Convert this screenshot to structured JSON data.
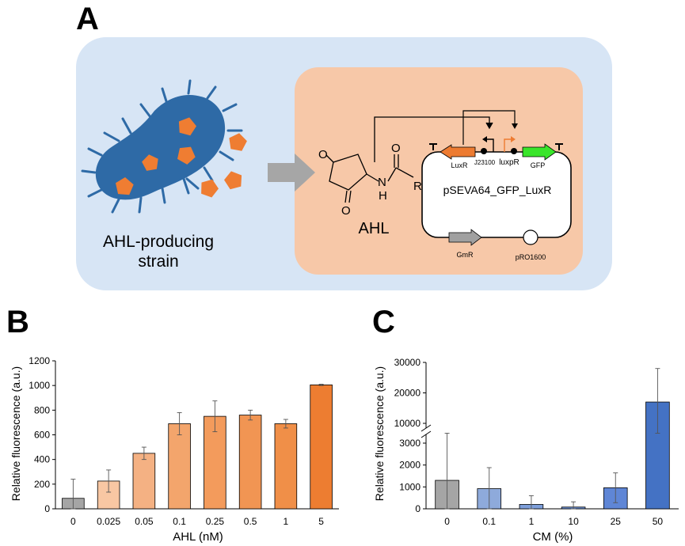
{
  "panels": {
    "a": "A",
    "b": "B",
    "c": "C"
  },
  "schematic": {
    "strain_label_line1": "AHL-producing",
    "strain_label_line2": "strain",
    "ahl_label": "AHL",
    "molecule_atoms": {
      "o_ring": "O",
      "o_carbonyl_ring": "O",
      "n": "N",
      "h": "H",
      "o_amide": "O",
      "r": "R"
    },
    "plasmid": {
      "name": "pSEVA64_GFP_LuxR",
      "genes": {
        "luxr": "LuxR",
        "gfp": "GFP",
        "gmr": "GmR"
      },
      "promoters": {
        "j23100": "J23100",
        "luxpr": "luxpR"
      },
      "origin": "pRO1600",
      "terminator_left": "T",
      "terminator_right": "T"
    },
    "colors": {
      "outer_bg": "#d7e5f5",
      "inner_bg": "#f7c8a8",
      "bacterium": "#2e6aa6",
      "ahl_pentagon": "#ef7d32",
      "arrow": "#a6a6a6",
      "luxr": "#ed7b31",
      "gfp": "#39e52a",
      "gmr": "#a0a0a0",
      "luxpr_arrow": "#ed7b31"
    }
  },
  "chart_data": [
    {
      "type": "bar",
      "title": "",
      "xlabel": "AHL (nM)",
      "ylabel": "Relative fluorescence (a.u.)",
      "categories": [
        "0",
        "0.025",
        "0.05",
        "0.1",
        "0.25",
        "0.5",
        "1",
        "5"
      ],
      "values": [
        85,
        225,
        450,
        690,
        750,
        760,
        690,
        1005
      ],
      "errors": [
        155,
        90,
        50,
        90,
        125,
        40,
        35,
        5
      ],
      "ylim": [
        0,
        1200
      ],
      "yticks": [
        "0",
        "200",
        "400",
        "600",
        "800",
        "1000",
        "1200"
      ],
      "bar_colors": [
        "#a5a5a5",
        "#f8c7a3",
        "#f4b183",
        "#f3a56c",
        "#f39b5c",
        "#f19553",
        "#f08f48",
        "#ed7d31"
      ],
      "grid": false
    },
    {
      "type": "bar",
      "title": "",
      "xlabel": "CM (%)",
      "ylabel": "Relative fluorescence (a.u.)",
      "categories": [
        "0",
        "0.1",
        "1",
        "10",
        "25",
        "50"
      ],
      "values": [
        1300,
        920,
        200,
        80,
        960,
        17000
      ],
      "errors": [
        1880,
        960,
        400,
        240,
        680,
        11000
      ],
      "axis_break": true,
      "lower_ylim": [
        0,
        3000
      ],
      "lower_yticks": [
        "0",
        "1000",
        "2000",
        "3000"
      ],
      "upper_ylim": [
        10000,
        30000
      ],
      "upper_yticks": [
        "10000",
        "20000",
        "30000"
      ],
      "bar_colors": [
        "#a5a5a5",
        "#8eaadb",
        "#7e9fdb",
        "#6f93d9",
        "#5f86d6",
        "#4472c4"
      ],
      "grid": false
    }
  ]
}
